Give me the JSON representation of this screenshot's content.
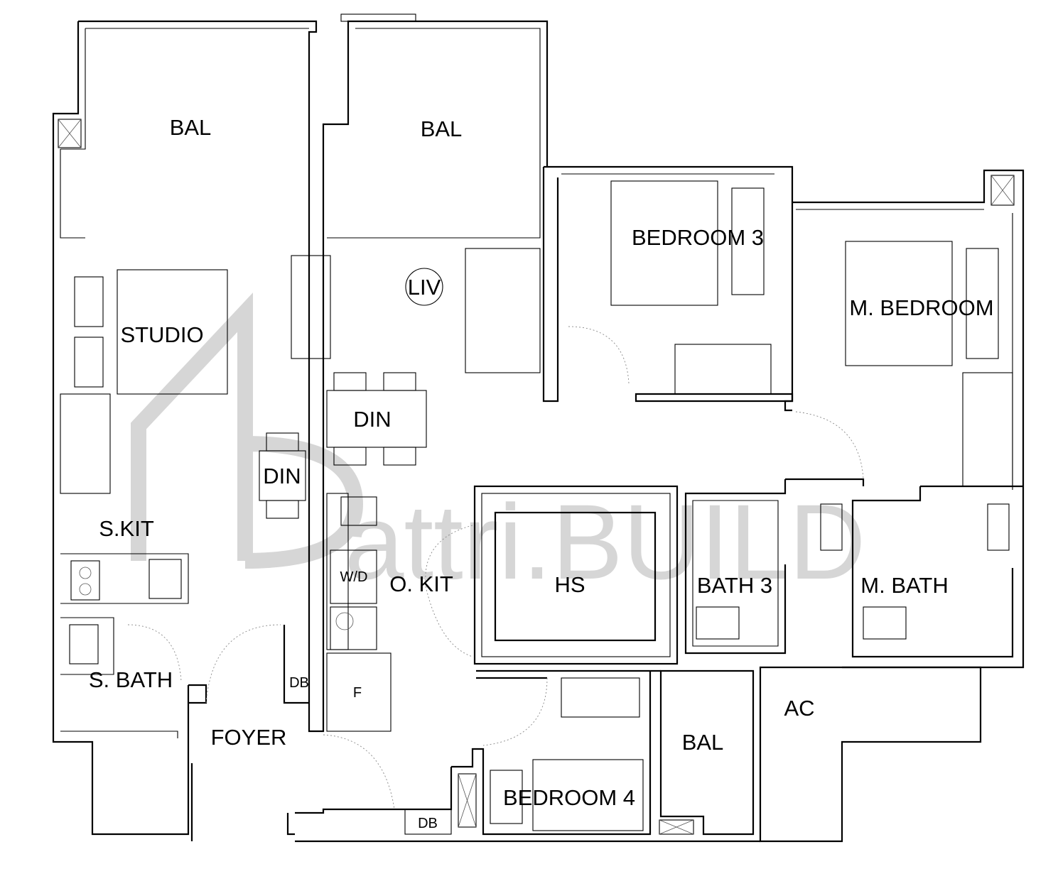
{
  "rooms": {
    "bal_left": "BAL",
    "bal_top": "BAL",
    "bal_bottom": "BAL",
    "bedroom3": "BEDROOM 3",
    "master_bedroom": "M. BEDROOM",
    "studio": "STUDIO",
    "living": "LIV",
    "dining_main": "DIN",
    "dining_studio": "DIN",
    "studio_kitchen": "S.KIT",
    "washer_dryer": "W/D",
    "open_kitchen": "O. KIT",
    "household_shelter": "HS",
    "bath3": "BATH 3",
    "master_bath": "M. BATH",
    "studio_bath": "S. BATH",
    "distribution_board_1": "DB",
    "distribution_board_2": "DB",
    "fridge": "F",
    "foyer": "FOYER",
    "ac_ledge": "AC",
    "bedroom4": "BEDROOM 4"
  },
  "watermark": {
    "text": "attri.BUILD"
  },
  "colors": {
    "wall": "#000000",
    "background": "#ffffff",
    "watermark": "#d6d6d6"
  }
}
